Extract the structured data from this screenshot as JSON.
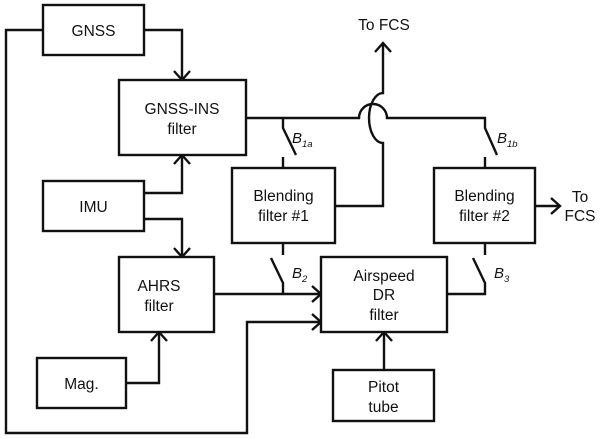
{
  "diagram": {
    "blocks": {
      "gnss": [
        "GNSS"
      ],
      "gnss_ins": [
        "GNSS-INS",
        "filter"
      ],
      "imu": [
        "IMU"
      ],
      "ahrs": [
        "AHRS",
        "filter"
      ],
      "mag": [
        "Mag."
      ],
      "blend1": [
        "Blending",
        "filter #1"
      ],
      "blend2": [
        "Blending",
        "filter #2"
      ],
      "airspeed": [
        "Airspeed",
        "DR",
        "filter"
      ],
      "pitot": [
        "Pitot",
        "tube"
      ]
    },
    "switches": {
      "b1a": {
        "base": "B",
        "sub": "1a"
      },
      "b1b": {
        "base": "B",
        "sub": "1b"
      },
      "b2": {
        "base": "B",
        "sub": "2"
      },
      "b3": {
        "base": "B",
        "sub": "3"
      }
    },
    "outputs": {
      "top": [
        "To FCS"
      ],
      "right": [
        "To",
        "FCS"
      ]
    }
  }
}
